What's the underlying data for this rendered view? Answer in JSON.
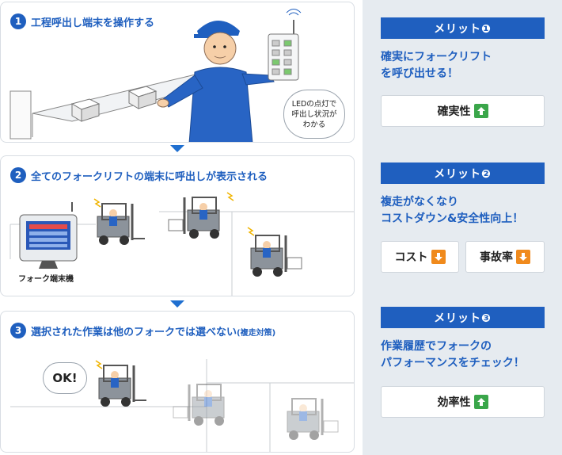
{
  "steps": [
    {
      "num": "1",
      "title": "工程呼出し端末を操作する"
    },
    {
      "num": "2",
      "title": "全てのフォークリフトの端末に呼出しが表示される"
    },
    {
      "num": "3",
      "title": "選択された作業は他のフォークでは選べない",
      "note": "(複走対策)"
    }
  ],
  "bubble_led": [
    "LEDの点灯で",
    "呼出し状況が",
    "わかる"
  ],
  "fork_terminal_label": "フォーク端末機",
  "ok_bubble": "OK!",
  "merits": [
    {
      "head": "メリット❶",
      "desc": [
        "確実にフォークリフト",
        "を呼び出せる！"
      ],
      "boxes": [
        {
          "label": "確実性",
          "trend": "up"
        }
      ]
    },
    {
      "head": "メリット❷",
      "desc": [
        "複走がなくなり",
        "コストダウン&安全性向上！"
      ],
      "boxes": [
        {
          "label": "コスト",
          "trend": "down"
        },
        {
          "label": "事故率",
          "trend": "down"
        }
      ]
    },
    {
      "head": "メリット❸",
      "desc": [
        "作業履歴でフォークの",
        "パフォーマンスをチェック！"
      ],
      "boxes": [
        {
          "label": "効率性",
          "trend": "up"
        }
      ]
    }
  ],
  "colors": {
    "accent": "#1f5fbf",
    "up": "#3aa64a",
    "down": "#f08a1c",
    "side_bg": "#e6ebf0"
  }
}
